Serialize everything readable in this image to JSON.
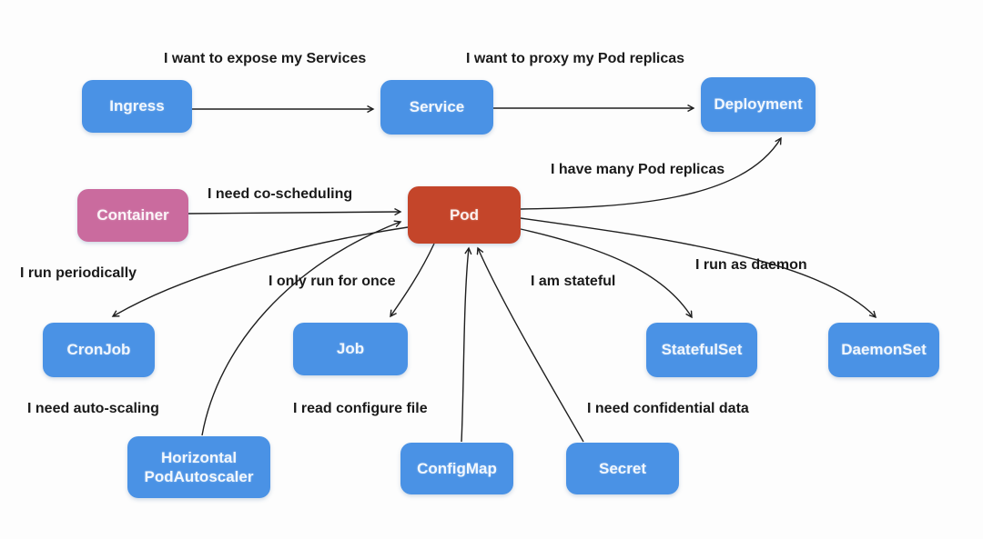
{
  "colors": {
    "node_blue": "#4a92e5",
    "node_red": "#c4452a",
    "node_pink": "#ca6b9e",
    "edge_stroke": "#1f1f1f",
    "label_text": "#1a1a1a",
    "background": "#fdfdfd"
  },
  "nodes": {
    "ingress": {
      "label": "Ingress"
    },
    "service": {
      "label": "Service"
    },
    "deployment": {
      "label": "Deployment"
    },
    "container": {
      "label": "Container"
    },
    "pod": {
      "label": "Pod"
    },
    "cronjob": {
      "label": "CronJob"
    },
    "job": {
      "label": "Job"
    },
    "statefulset": {
      "label": "StatefulSet"
    },
    "daemonset": {
      "label": "DaemonSet"
    },
    "hpa": {
      "label": "Horizontal PodAutoscaler"
    },
    "configmap": {
      "label": "ConfigMap"
    },
    "secret": {
      "label": "Secret"
    }
  },
  "edge_labels": {
    "expose": "I want to expose my Services",
    "proxy": "I want to proxy my Pod replicas",
    "coscheduling": "I need co-scheduling",
    "replicas": "I have many Pod replicas",
    "periodically": "I run periodically",
    "once": "I only run for once",
    "stateful": "I am stateful",
    "daemon": "I run as daemon",
    "autoscaling": "I need auto-scaling",
    "configure": "I read configure file",
    "confidential": "I need confidential data"
  },
  "edges": [
    {
      "from": "Ingress",
      "to": "Service",
      "label": "I want to expose my Services"
    },
    {
      "from": "Service",
      "to": "Deployment",
      "label": "I want to proxy my Pod replicas"
    },
    {
      "from": "Container",
      "to": "Pod",
      "label": "I need co-scheduling"
    },
    {
      "from": "Pod",
      "to": "Deployment",
      "label": "I have many Pod replicas"
    },
    {
      "from": "Pod",
      "to": "CronJob",
      "label": "I run periodically"
    },
    {
      "from": "Pod",
      "to": "Job",
      "label": "I only run for once"
    },
    {
      "from": "Pod",
      "to": "StatefulSet",
      "label": "I am stateful"
    },
    {
      "from": "Pod",
      "to": "DaemonSet",
      "label": "I run as daemon"
    },
    {
      "from": "Horizontal PodAutoscaler",
      "to": "Pod",
      "label": "I need auto-scaling"
    },
    {
      "from": "ConfigMap",
      "to": "Pod",
      "label": "I read configure file"
    },
    {
      "from": "Secret",
      "to": "Pod",
      "label": "I need confidential data"
    }
  ]
}
